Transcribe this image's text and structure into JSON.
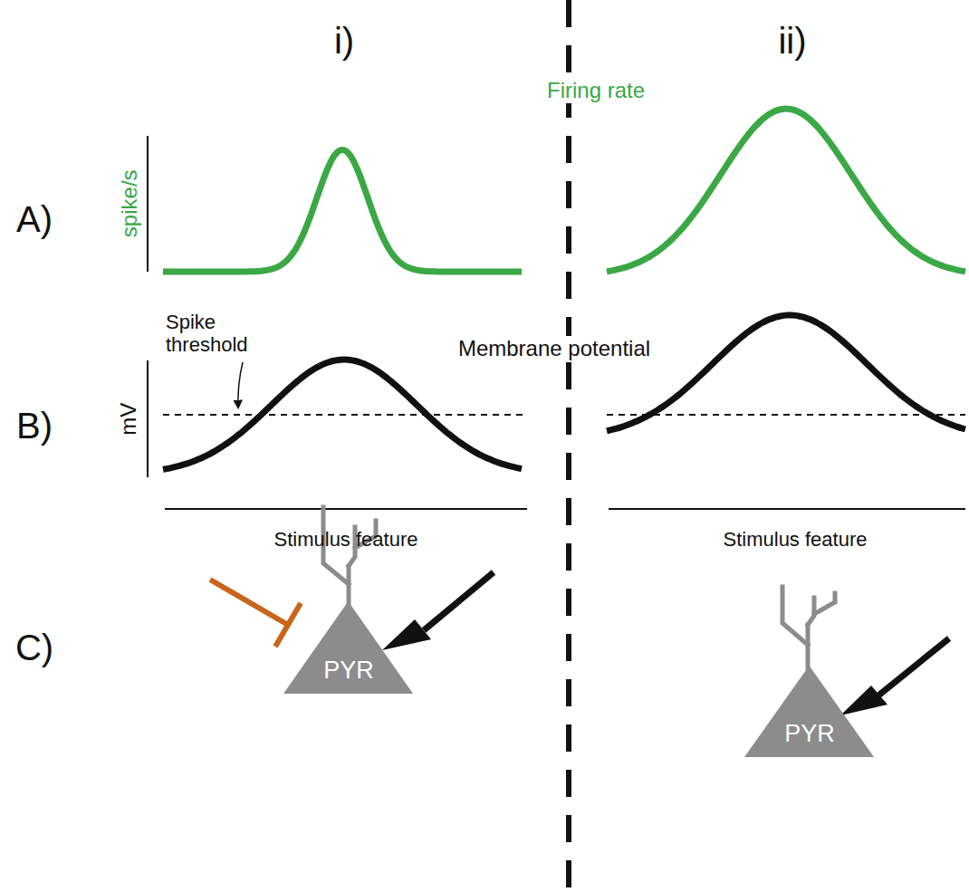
{
  "diagram": {
    "nodes": [
      {
        "text": [
          "PYR"
        ]
      },
      {
        "text": [
          "PYR"
        ]
      }
    ],
    "labels": [
      "i)",
      "ii)",
      "A)",
      "B)",
      "C)",
      "spike/s",
      "Firing rate",
      "Spike threshold",
      "Membrane potential",
      "mV",
      "Stimulus feature",
      "Stimulus feature"
    ]
  }
}
